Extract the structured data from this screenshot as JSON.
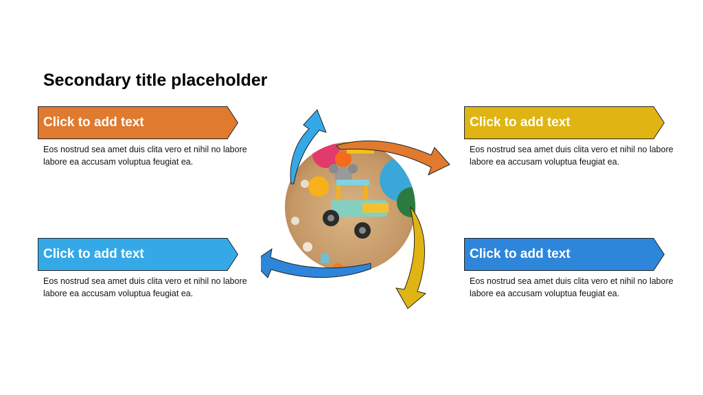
{
  "slide": {
    "title": "Secondary title placeholder"
  },
  "items": [
    {
      "heading": "Click to add text",
      "text": "Eos nostrud sea amet duis clita vero et nihil no labore labore ea accusam voluptua feugiat ea.",
      "color": "#E07A2E"
    },
    {
      "heading": "Click to add text",
      "text": "Eos nostrud sea amet duis clita vero et nihil no labore labore ea accusam voluptua feugiat ea.",
      "color": "#E0B412"
    },
    {
      "heading": "Click to add text",
      "text": "Eos nostrud sea amet duis clita vero et nihil no labore labore ea accusam voluptua feugiat ea.",
      "color": "#35A9E8"
    },
    {
      "heading": "Click to add text",
      "text": "Eos nostrud sea amet duis clita vero et nihil no labore labore ea accusam voluptua feugiat ea.",
      "color": "#2E86DA"
    }
  ],
  "center_image": {
    "subject": "toy-car-on-sand-photo"
  }
}
